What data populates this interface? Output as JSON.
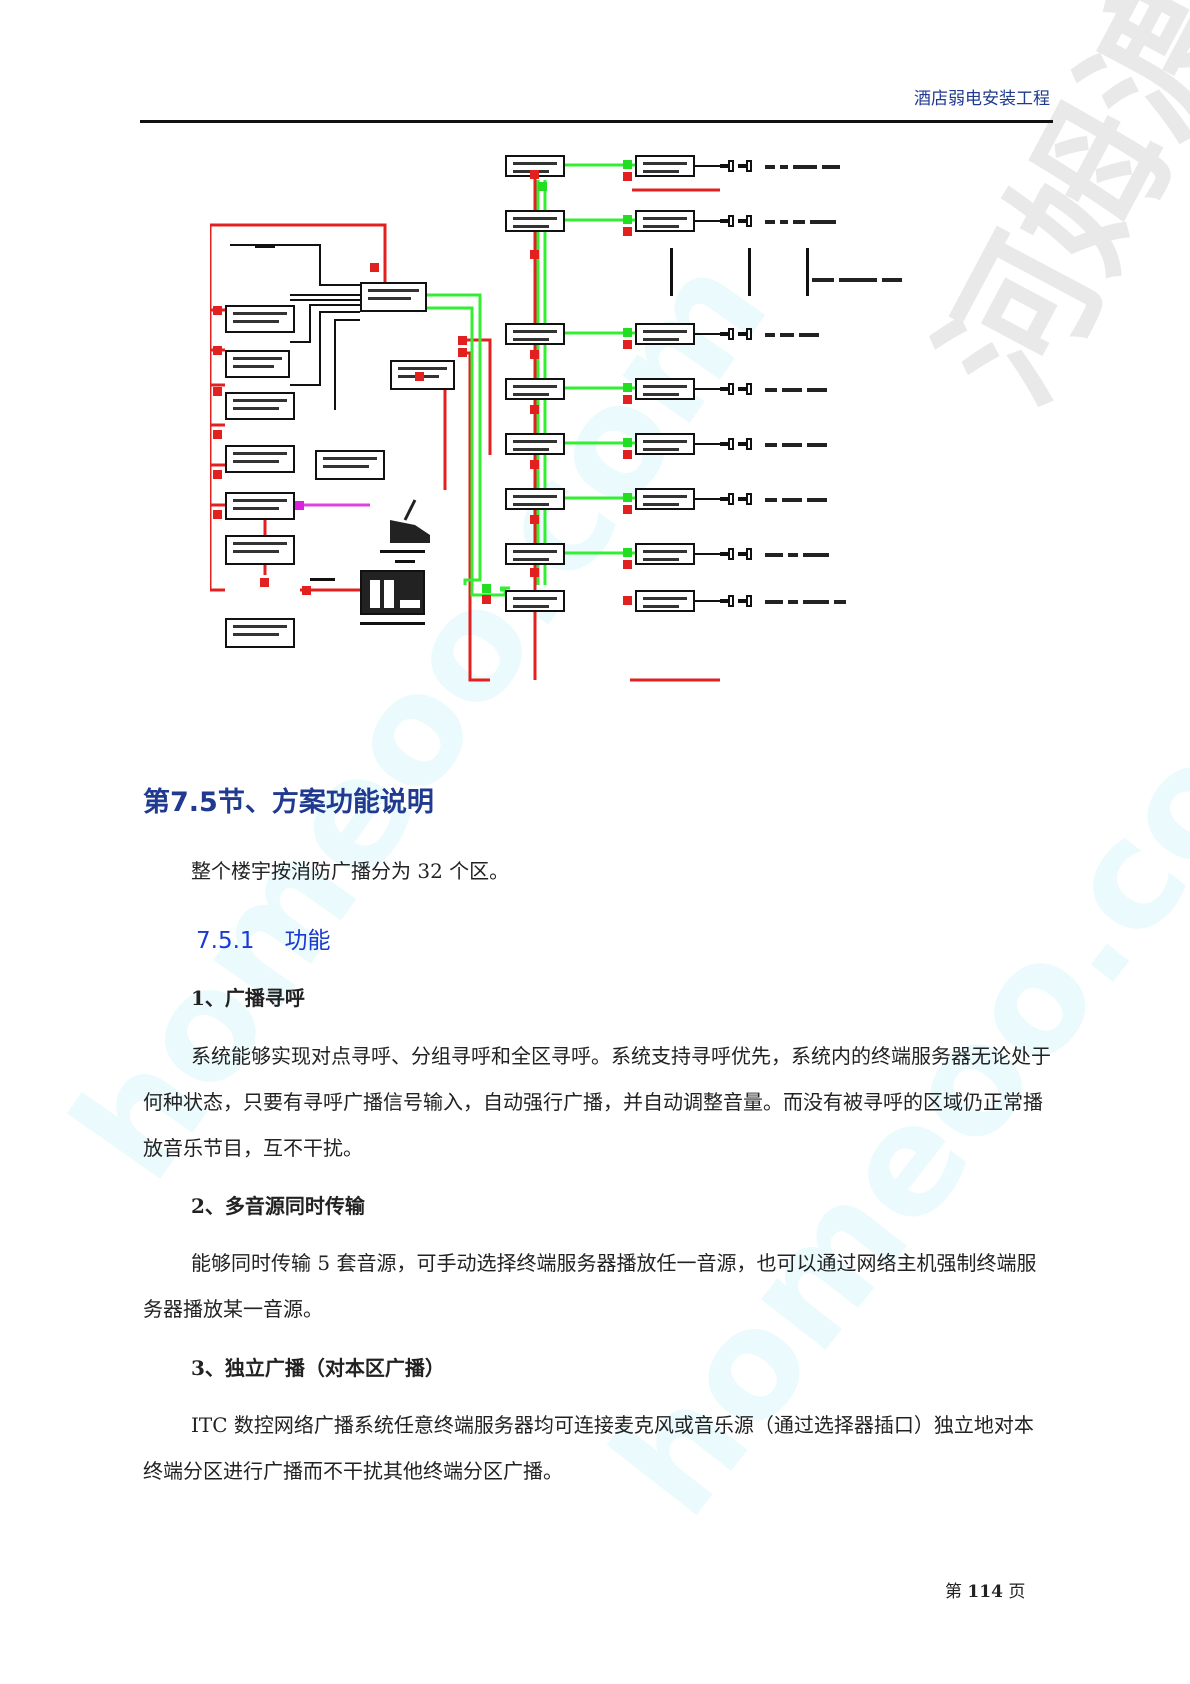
{
  "header": {
    "title": "酒店弱电安装工程"
  },
  "section": {
    "title": "第7.5节、方案功能说明"
  },
  "intro": "整个楼宇按消防广播分为 32 个区。",
  "subsection": {
    "number": "7.5.1",
    "title": "功能"
  },
  "items": [
    {
      "heading": "1、广播寻呼",
      "paragraphs": [
        "系统能够实现对点寻呼、分组寻呼和全区寻呼。系统支持寻呼优先，系统内的终端服务器无论处于何种状态，只要有寻呼广播信号输入，自动强行广播，并自动调整音量。而没有被寻呼的区域仍正常播放音乐节目，互不干扰。"
      ]
    },
    {
      "heading": "2、多音源同时传输",
      "paragraphs": [
        "能够同时传输 5 套音源，可手动选择终端服务器播放任一音源，也可以通过网络主机强制终端服务器播放某一音源。"
      ]
    },
    {
      "heading": "3、独立广播（对本区广播）",
      "paragraphs": [
        "ITC 数控网络广播系统任意终端服务器均可连接麦克风或音乐源（通过选择器插口）独立地对本终端分区进行广播而不干扰其他终端分区广播。"
      ]
    }
  ],
  "footer": {
    "page_prefix": "第",
    "page_number": "114",
    "page_suffix": "页"
  },
  "watermark": {
    "text_en": "homeoo.com",
    "text_cn": "河姆渡"
  },
  "diagram": {
    "colors": {
      "signal": "#e32020",
      "network": "#33ee33",
      "control": "#111111",
      "aux": "#e040e0"
    }
  }
}
